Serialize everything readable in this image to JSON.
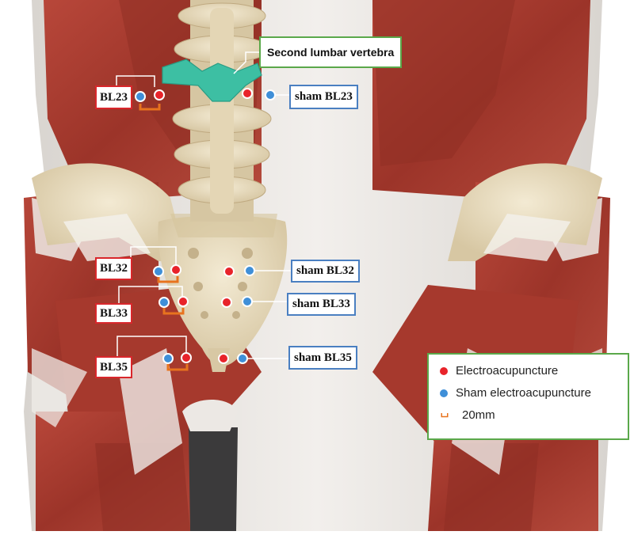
{
  "vertebra_label": "Second lumbar vertebra",
  "points": {
    "bl23": "BL23",
    "bl32": "BL32",
    "bl33": "BL33",
    "bl35": "BL35",
    "sham_bl23": "sham BL23",
    "sham_bl32": "sham BL32",
    "sham_bl33": "sham BL33",
    "sham_bl35": "sham BL35"
  },
  "legend": {
    "electro": "Electroacupuncture",
    "sham": "Sham electroacupuncture",
    "scale": "20mm"
  },
  "colors": {
    "electro_dot": "#e8232a",
    "sham_dot": "#3f8fd8",
    "bracket": "#e8731e",
    "vertebra_highlight": "#3dbfa3",
    "muscle": "#a83a2e",
    "bone": "#e9dcc0"
  }
}
